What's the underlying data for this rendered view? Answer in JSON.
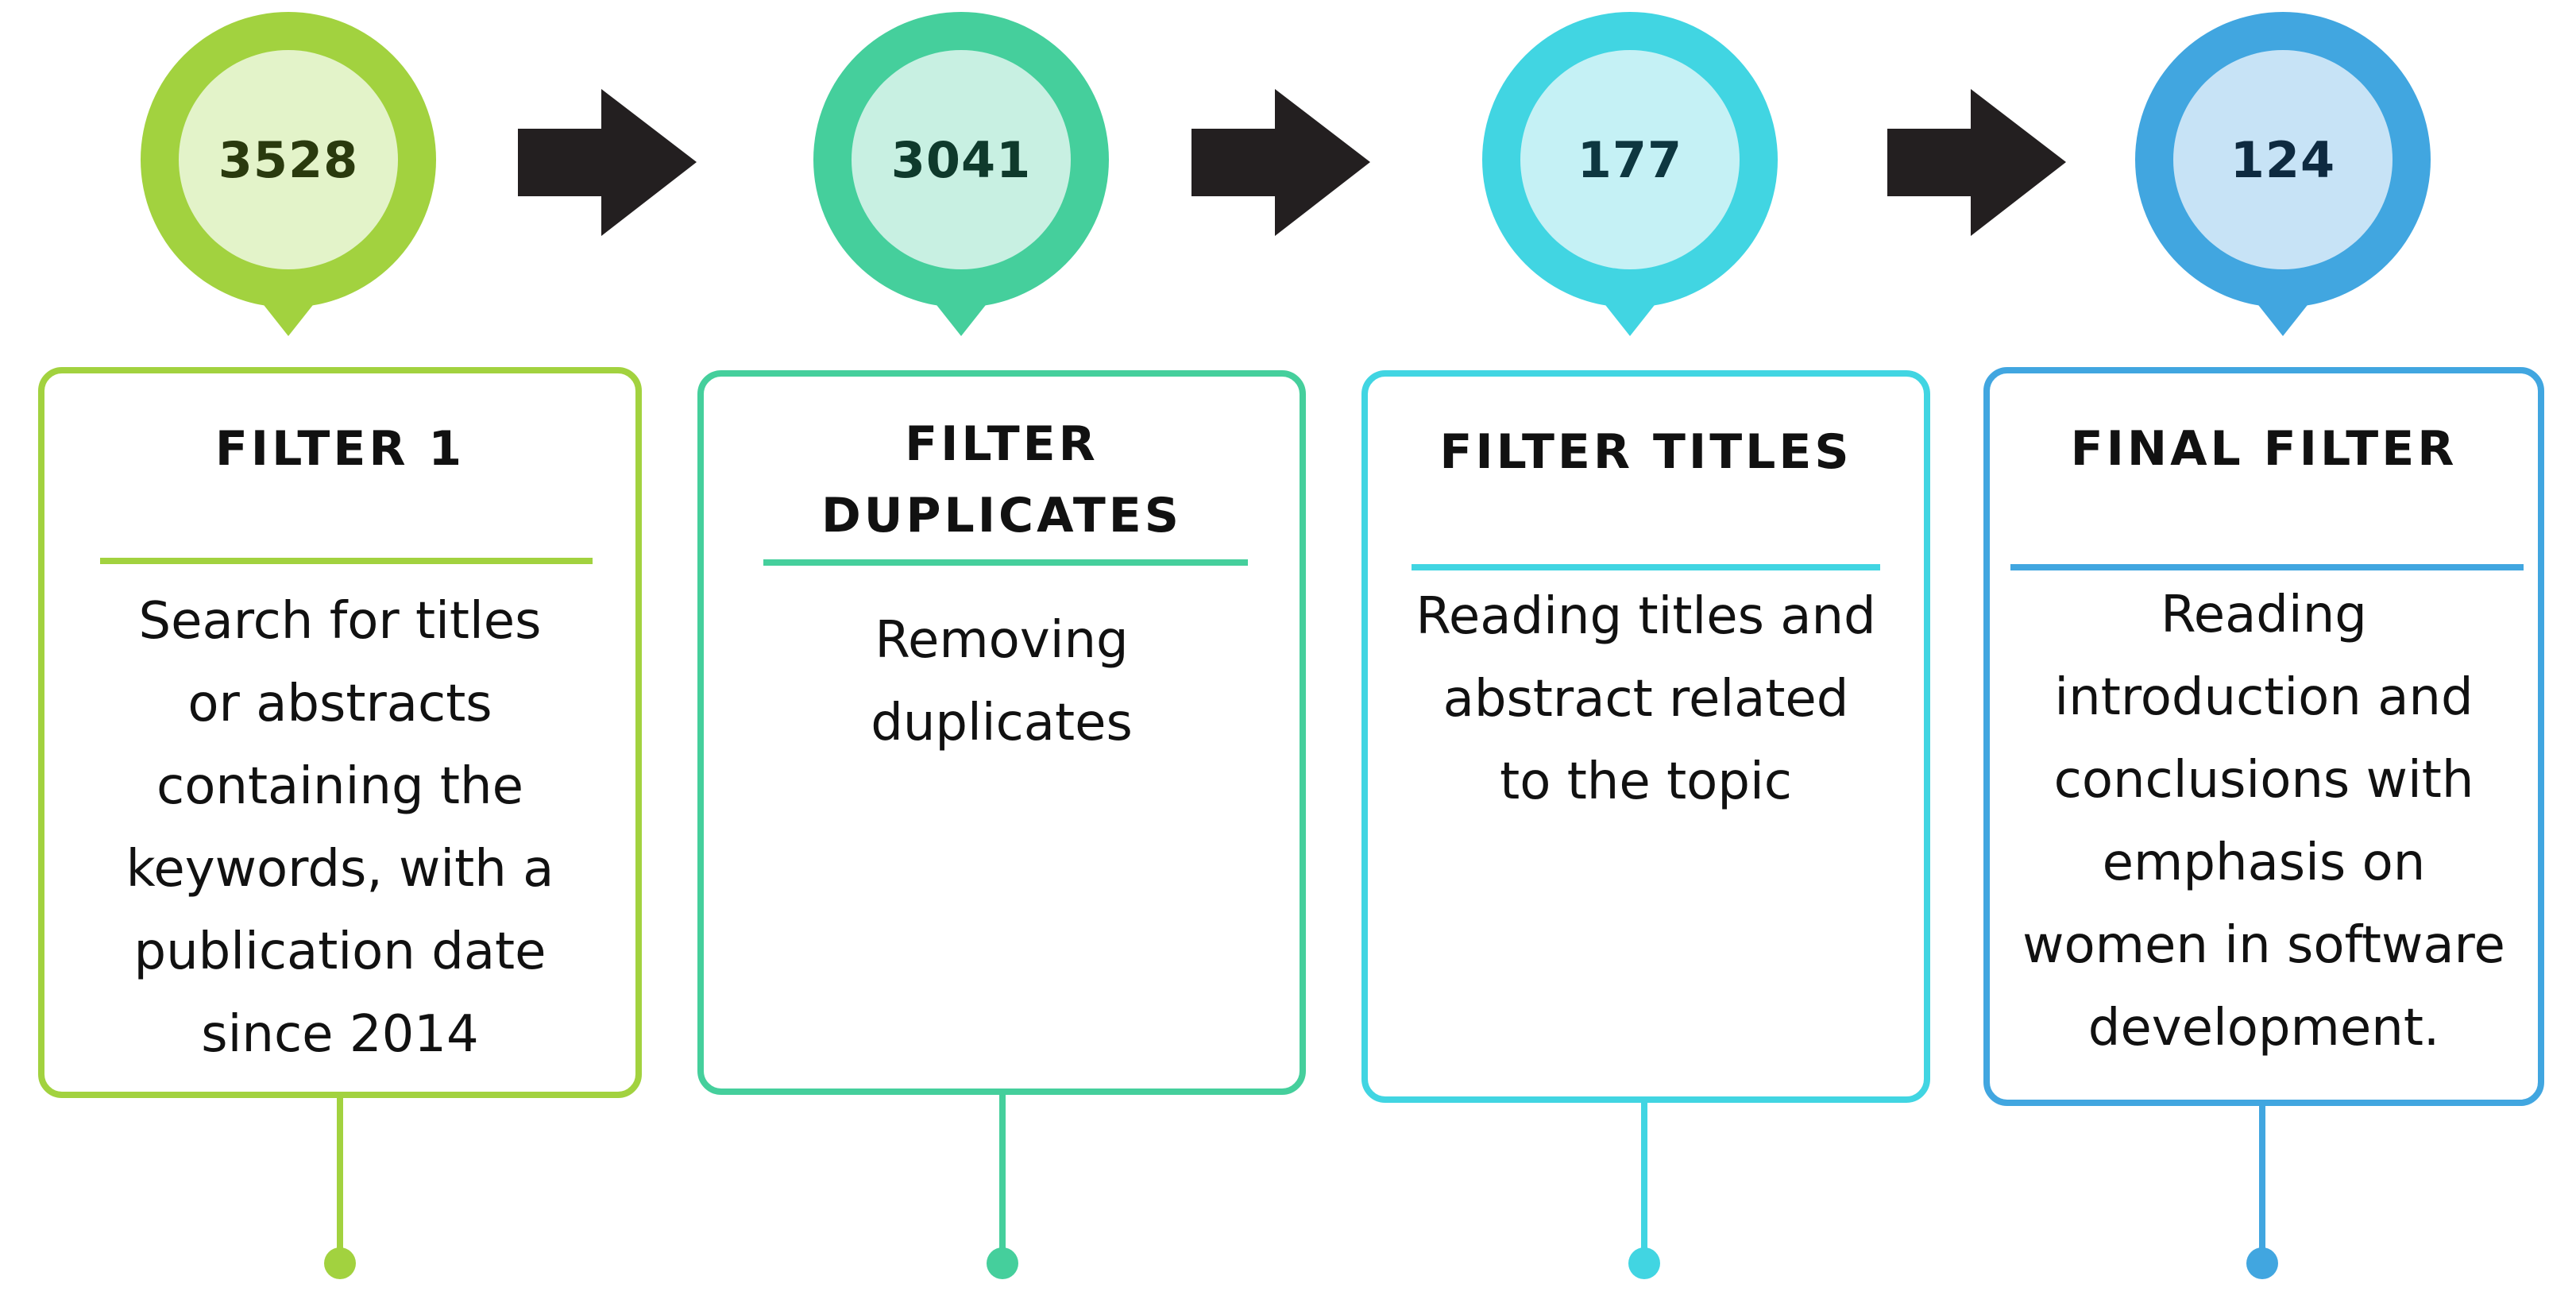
{
  "stages": [
    {
      "number": "3528",
      "title": "FILTER 1",
      "description_lines": [
        "Search for titles",
        "or abstracts",
        "containing the",
        "keywords, with a",
        "publication date",
        "since 2014"
      ],
      "colors": {
        "accent": "#A2D23F",
        "pin_inner": "#E3F3C9",
        "number_text": "#2A3A0E"
      }
    },
    {
      "number": "3041",
      "title_lines": [
        "FILTER",
        "DUPLICATES"
      ],
      "description_lines": [
        "Removing",
        "duplicates"
      ],
      "colors": {
        "accent": "#45CF9C",
        "pin_inner": "#C8F0E2",
        "number_text": "#0F3A2C"
      }
    },
    {
      "number": "177",
      "title": "FILTER TITLES",
      "description_lines": [
        "Reading titles and",
        "abstract related",
        "to the topic"
      ],
      "colors": {
        "accent": "#41D5E2",
        "pin_inner": "#C5F1F5",
        "number_text": "#0E3740"
      }
    },
    {
      "number": "124",
      "title": "FINAL FILTER",
      "description_lines": [
        "Reading",
        "introduction and",
        "conclusions with",
        "emphasis on",
        "women in software",
        "development."
      ],
      "colors": {
        "accent": "#41A6E0",
        "pin_inner": "#C7E3F6",
        "number_text": "#0E2A40"
      }
    }
  ],
  "arrow_color": "#231F20",
  "arrow_icon": "right-arrow-icon"
}
